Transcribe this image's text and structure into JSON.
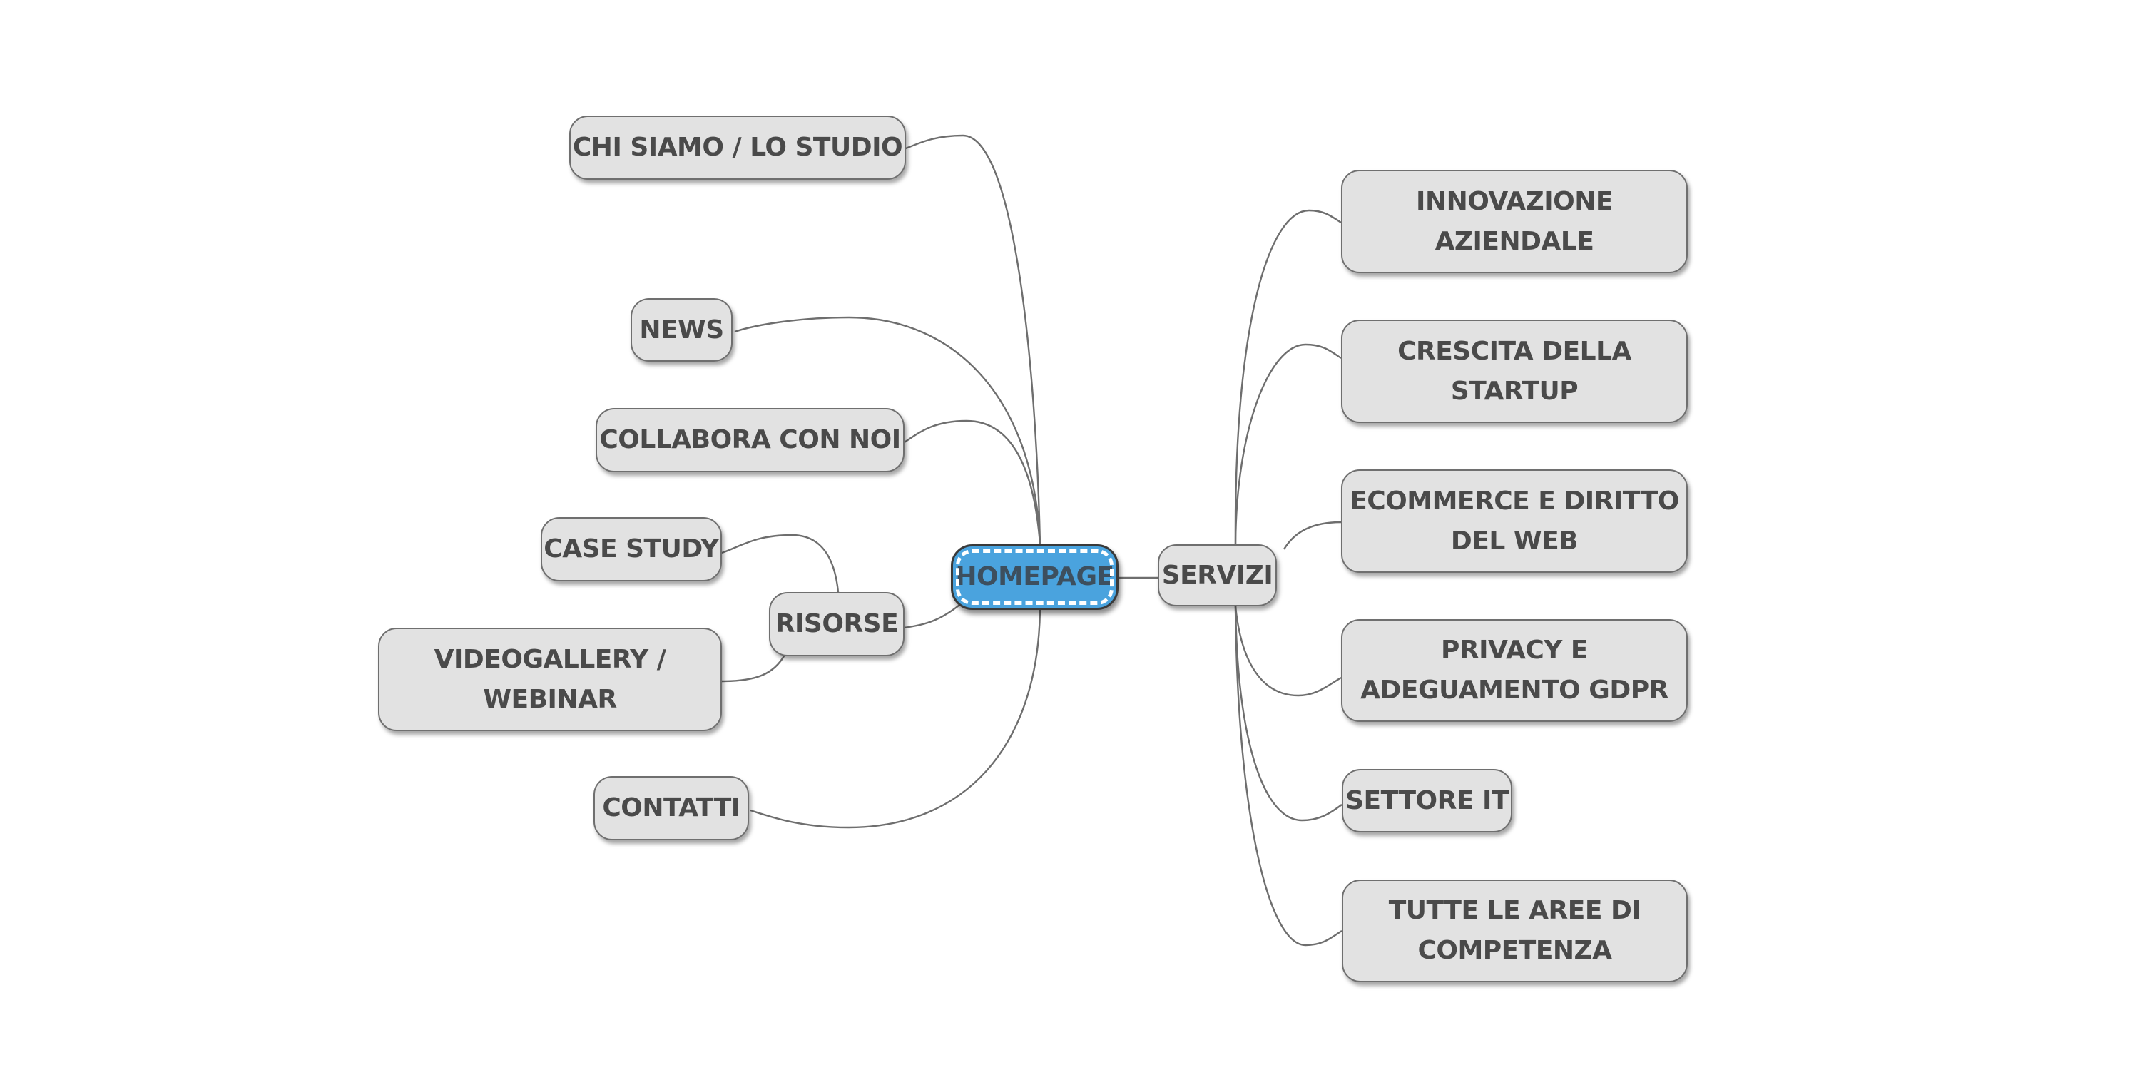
{
  "root": {
    "label": "HOMEPAGE",
    "color": "#4aa3de"
  },
  "left_branches": [
    {
      "id": "chi-siamo",
      "label": "CHI SIAMO / LO STUDIO"
    },
    {
      "id": "news",
      "label": "NEWS"
    },
    {
      "id": "collabora",
      "label": "COLLABORA CON NOI"
    },
    {
      "id": "risorse",
      "label": "RISORSE",
      "children": [
        {
          "id": "case-study",
          "label": "CASE STUDY"
        },
        {
          "id": "videogallery",
          "label": "VIDEOGALLERY /\nWEBINAR"
        }
      ]
    },
    {
      "id": "contatti",
      "label": "CONTATTI"
    }
  ],
  "right_branch": {
    "id": "servizi",
    "label": "SERVIZI",
    "children": [
      {
        "id": "innovazione",
        "label": "INNOVAZIONE\nAZIENDALE"
      },
      {
        "id": "crescita",
        "label": "CRESCITA DELLA\nSTARTUP"
      },
      {
        "id": "ecommerce",
        "label": "ECOMMERCE E DIRITTO\nDEL WEB"
      },
      {
        "id": "privacy",
        "label": "PRIVACY E\nADEGUAMENTO GDPR"
      },
      {
        "id": "settore-it",
        "label": "SETTORE IT"
      },
      {
        "id": "tutte-aree",
        "label": "TUTTE LE AREE DI\nCOMPETENZA"
      }
    ]
  }
}
